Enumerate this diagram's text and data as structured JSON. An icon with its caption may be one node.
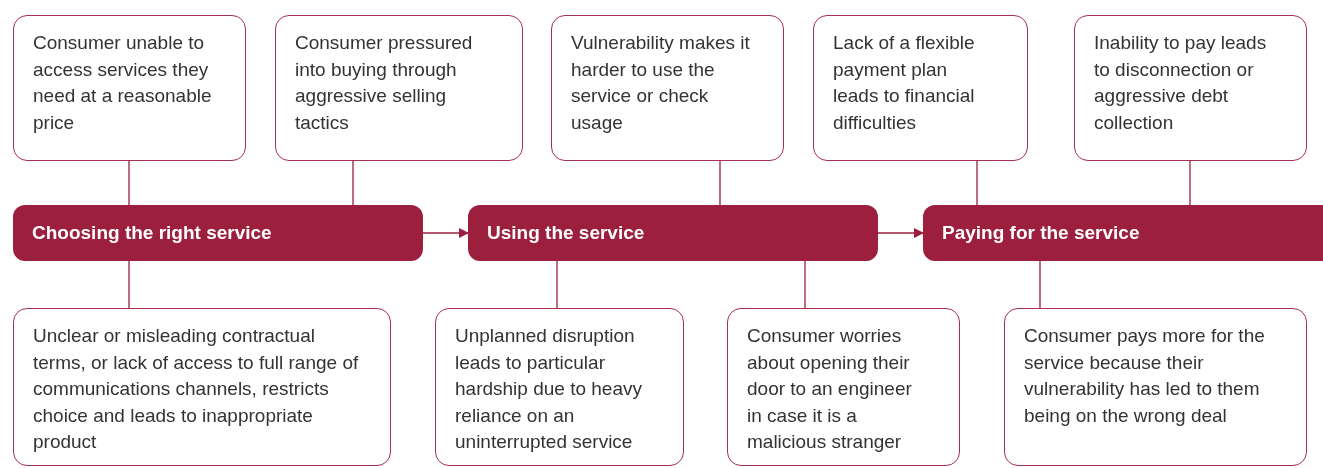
{
  "diagram": {
    "nodes": [
      {
        "text": [
          "Consumer unable to access services they need at a reasonable price"
        ]
      },
      {
        "text": [
          "Consumer pressured into buying through aggressive selling tactics"
        ]
      },
      {
        "text": [
          "Vulnerability makes it harder to use the service or check usage"
        ]
      },
      {
        "text": [
          "Lack of a flexible payment plan leads to financial difficulties"
        ]
      },
      {
        "text": [
          "Inability to pay leads to disconnection or aggressive debt collection"
        ]
      },
      {
        "text": [
          "Choosing the right service"
        ]
      },
      {
        "text": [
          "Using the service"
        ]
      },
      {
        "text": [
          "Paying for the service"
        ]
      },
      {
        "text": [
          "Unclear or misleading contractual terms, or lack of access to full range of communications channels, restricts choice and leads to inappropriate product"
        ]
      },
      {
        "text": [
          "Unplanned disruption leads to particular hardship due to heavy reliance on an uninterrupted service"
        ]
      },
      {
        "text": [
          "Consumer worries about opening their door to an engineer in case it is a malicious stranger"
        ]
      },
      {
        "text": [
          "Consumer pays more for the service because their vulnerability has led to them being on the wrong deal"
        ]
      }
    ],
    "edges": [
      {
        "from": 0,
        "to": 5,
        "arrow": "none"
      },
      {
        "from": 1,
        "to": 5,
        "arrow": "none"
      },
      {
        "from": 5,
        "to": 6,
        "arrow": "to"
      },
      {
        "from": 2,
        "to": 6,
        "arrow": "none"
      },
      {
        "from": 6,
        "to": 7,
        "arrow": "to"
      },
      {
        "from": 3,
        "to": 7,
        "arrow": "none"
      },
      {
        "from": 4,
        "to": 7,
        "arrow": "none"
      },
      {
        "from": 5,
        "to": 8,
        "arrow": "none"
      },
      {
        "from": 6,
        "to": 9,
        "arrow": "none"
      },
      {
        "from": 6,
        "to": 10,
        "arrow": "none"
      },
      {
        "from": 7,
        "to": 11,
        "arrow": "none"
      }
    ]
  }
}
